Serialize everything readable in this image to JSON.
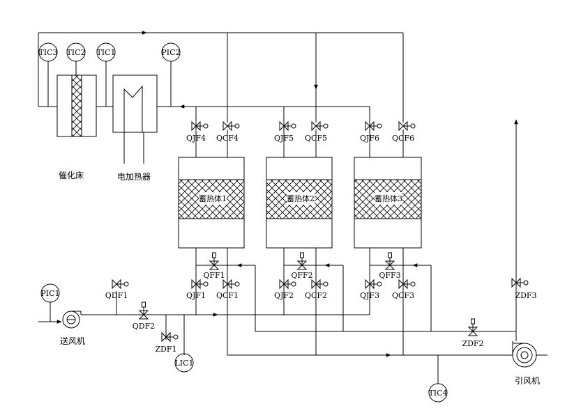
{
  "equipment": {
    "catalytic_bed": "催化床",
    "electric_heater": "电加热器",
    "supply_fan": "送风机",
    "induced_fan": "引风机",
    "regenerators": [
      "蓄热体1",
      "蓄热体2",
      "蓄热体3"
    ]
  },
  "instruments": {
    "tic3": "TIC3",
    "tic2": "TIC2",
    "tic1": "TIC1",
    "pic2": "PIC2",
    "pic1": "PIC1",
    "lic1": "LIC1",
    "tic4": "TIC4"
  },
  "valves": {
    "qjf4": "QJF4",
    "qcf4": "QCF4",
    "qjf5": "QJF5",
    "qcf5": "QCF5",
    "qjf6": "QJF6",
    "qcf6": "QCF6",
    "qff1": "QFF1",
    "qff2": "QFF2",
    "qff3": "QFF3",
    "qjf1": "QJF1",
    "qcf1": "QCF1",
    "qjf2": "QJF2",
    "qcf2": "QCF2",
    "qjf3": "QJF3",
    "qcf3": "QCF3",
    "qdf1": "QDF1",
    "qdf2": "QDF2",
    "zdf1": "ZDF1",
    "zdf2": "ZDF2",
    "zdf3": "ZDF3"
  },
  "colors": {
    "line": "#000000",
    "background": "#ffffff"
  }
}
